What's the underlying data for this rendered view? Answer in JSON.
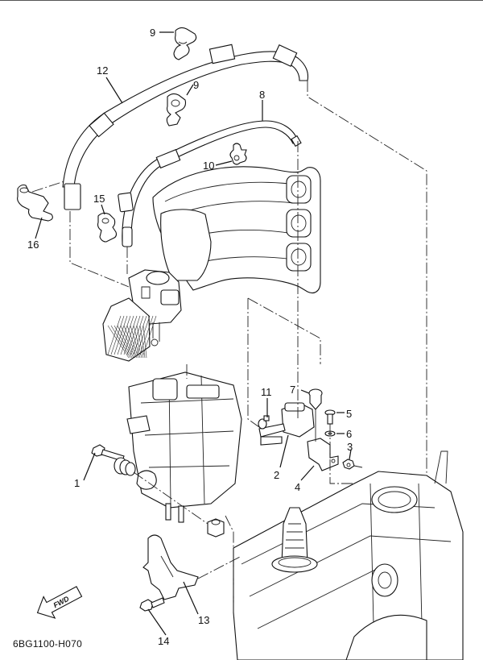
{
  "diagram": {
    "type": "exploded-parts-view",
    "drawing_code": "6BG1100-H070",
    "direction_indicator": "FWD",
    "callouts": [
      {
        "id": "c1",
        "label": "1",
        "part": "bolt"
      },
      {
        "id": "c2",
        "label": "2",
        "part": "solenoid-valve"
      },
      {
        "id": "c3",
        "label": "3",
        "part": "nut"
      },
      {
        "id": "c4",
        "label": "4",
        "part": "bracket"
      },
      {
        "id": "c5",
        "label": "5",
        "part": "bolt"
      },
      {
        "id": "c6",
        "label": "6",
        "part": "washer"
      },
      {
        "id": "c7",
        "label": "7",
        "part": "grommet-cap"
      },
      {
        "id": "c8",
        "label": "8",
        "part": "hose"
      },
      {
        "id": "c9a",
        "label": "9",
        "part": "clip"
      },
      {
        "id": "c9b",
        "label": "9",
        "part": "clip"
      },
      {
        "id": "c10",
        "label": "10",
        "part": "clip"
      },
      {
        "id": "c11",
        "label": "11",
        "part": "hose-clamp"
      },
      {
        "id": "c12",
        "label": "12",
        "part": "hose"
      },
      {
        "id": "c13",
        "label": "13",
        "part": "bracket"
      },
      {
        "id": "c14",
        "label": "14",
        "part": "bolt"
      },
      {
        "id": "c15",
        "label": "15",
        "part": "clip"
      },
      {
        "id": "c16",
        "label": "16",
        "part": "clip"
      }
    ],
    "components": [
      "intake-manifold",
      "silencer",
      "carburetor",
      "cylinder-block",
      "ignition-coil-assembly"
    ]
  }
}
